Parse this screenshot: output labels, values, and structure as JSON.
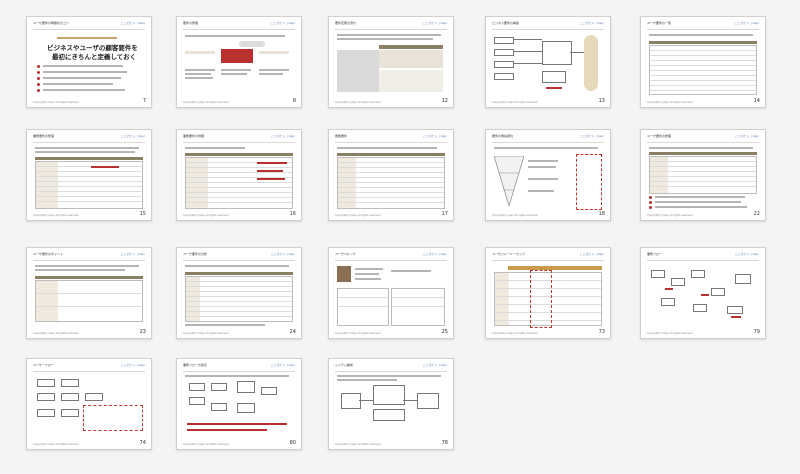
{
  "slides": [
    {
      "page": "7",
      "title": "ユーザ要件の明確化のコツ"
    },
    {
      "page": "8",
      "title": "要件の整理"
    },
    {
      "page": "12",
      "title": "要件定義の流れ"
    },
    {
      "page": "13",
      "title": "ビジネス要件の構造"
    },
    {
      "page": "14",
      "title": "ユーザ要件の一覧"
    },
    {
      "page": "15",
      "title": "業務要件の整理"
    },
    {
      "page": "16",
      "title": "業務要件の詳細"
    },
    {
      "page": "17",
      "title": "機能要件"
    },
    {
      "page": "18",
      "title": "要件の優先順位"
    },
    {
      "page": "22",
      "title": "ユーザ要件の整理"
    },
    {
      "page": "23",
      "title": "ユーザ要件のポイント"
    },
    {
      "page": "24",
      "title": "ユーザ要件の分析"
    },
    {
      "page": "25",
      "title": "ユーザペルソナ"
    },
    {
      "page": "73",
      "title": "ユーザジャーニーマップ"
    },
    {
      "page": "79",
      "title": "業務フロー"
    },
    {
      "page": "74",
      "title": "ユーザーフロー"
    },
    {
      "page": "80",
      "title": "業務フローの改善"
    },
    {
      "page": "78",
      "title": "システム構成"
    }
  ],
  "cover": {
    "line1": "ビジネスやユーザの顧客要件を",
    "line2": "最初にきちんと定義しておく"
  },
  "logo": "ここのヒト | bajo",
  "footer": "Copyright(c) bajo All rights reserved."
}
